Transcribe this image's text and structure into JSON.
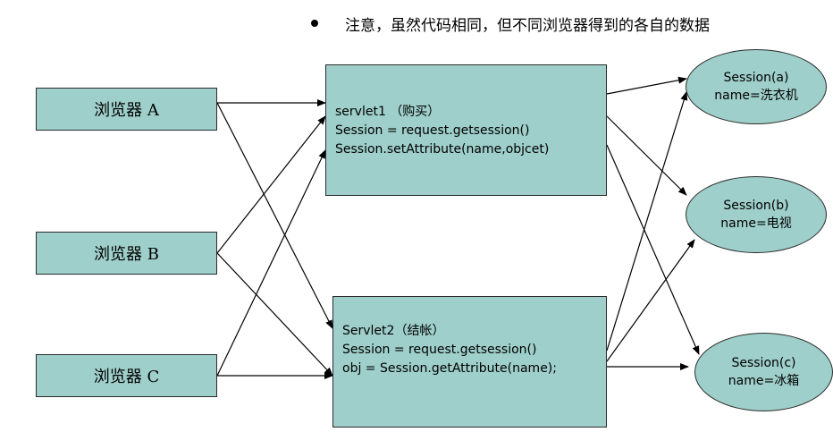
{
  "note": "注意，虽然代码相同，但不同浏览器得到的各自的数据",
  "browsers": [
    {
      "label": "浏览器 A"
    },
    {
      "label": "浏览器 B"
    },
    {
      "label": "浏览器 C"
    }
  ],
  "servlets": [
    {
      "lines": [
        "servlet1 （购买）",
        "Session = request.getsession()",
        "Session.setAttribute(name,objcet)"
      ]
    },
    {
      "lines": [
        "Servlet2（结帐）",
        "",
        "Session = request.getsession()",
        "obj = Session.getAttribute(name);"
      ]
    }
  ],
  "sessions": [
    {
      "line1": "Session(a)",
      "line2": "name=洗衣机"
    },
    {
      "line1": "Session(b)",
      "line2": "name=电视"
    },
    {
      "line1": "Session(c)",
      "line2": "name=冰箱"
    }
  ]
}
